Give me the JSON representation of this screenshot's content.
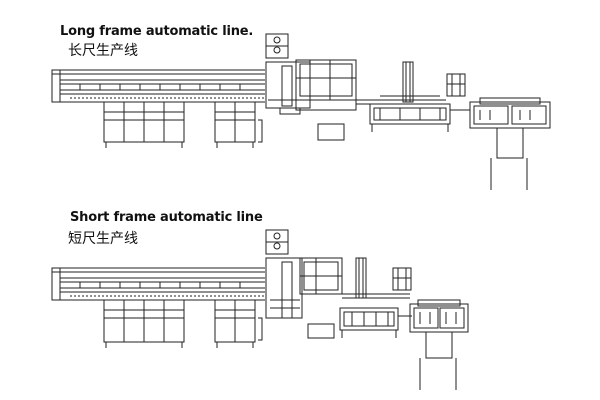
{
  "sections": [
    {
      "title": "Long frame automatic line.",
      "subtitle": "长尺生产线"
    },
    {
      "title": "Short frame automatic line",
      "subtitle": "短尺生产线"
    }
  ],
  "colors": {
    "line": "#222222",
    "background": "#ffffff"
  }
}
